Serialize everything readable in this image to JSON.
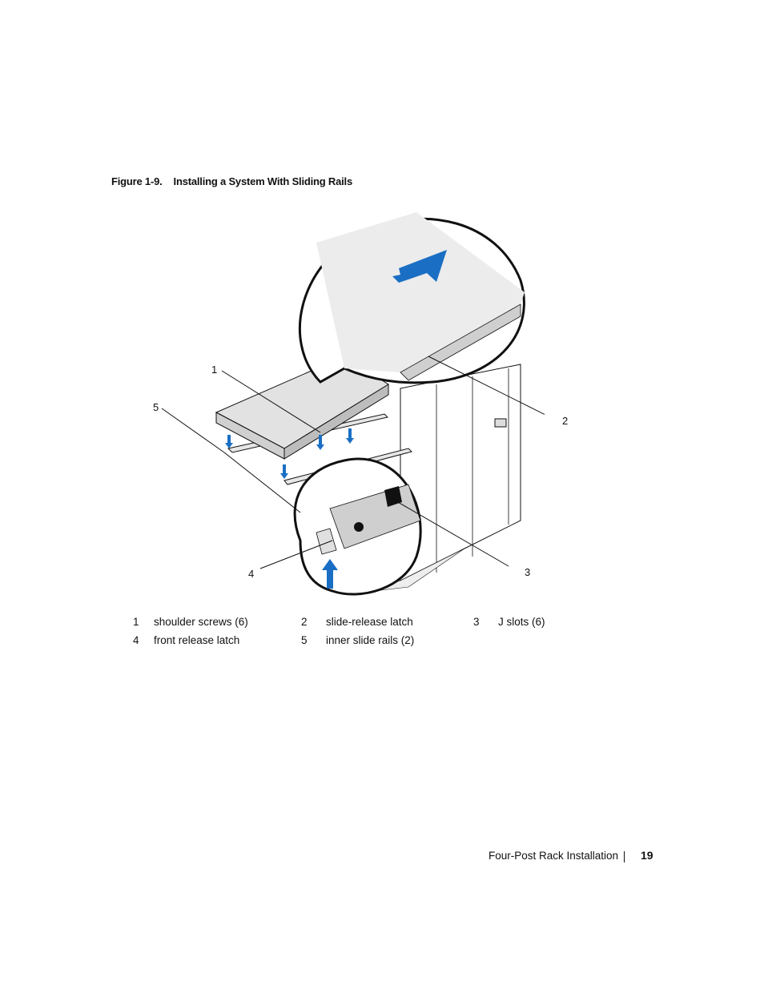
{
  "caption": {
    "number": "Figure 1-9.",
    "title": "Installing a System With Sliding Rails"
  },
  "callouts": [
    "1",
    "2",
    "3",
    "4",
    "5"
  ],
  "legend": [
    {
      "num": "1",
      "text": "shoulder screws (6)"
    },
    {
      "num": "2",
      "text": "slide-release latch"
    },
    {
      "num": "3",
      "text": "J slots (6)"
    },
    {
      "num": "4",
      "text": "front release latch"
    },
    {
      "num": "5",
      "text": "inner slide rails (2)"
    }
  ],
  "footer": {
    "section": "Four-Post Rack Installation",
    "page": "19"
  },
  "colors": {
    "arrow": "#1a6fc4",
    "rack": "#ffffff",
    "shade": "#dcdcdc",
    "line": "#111111"
  }
}
